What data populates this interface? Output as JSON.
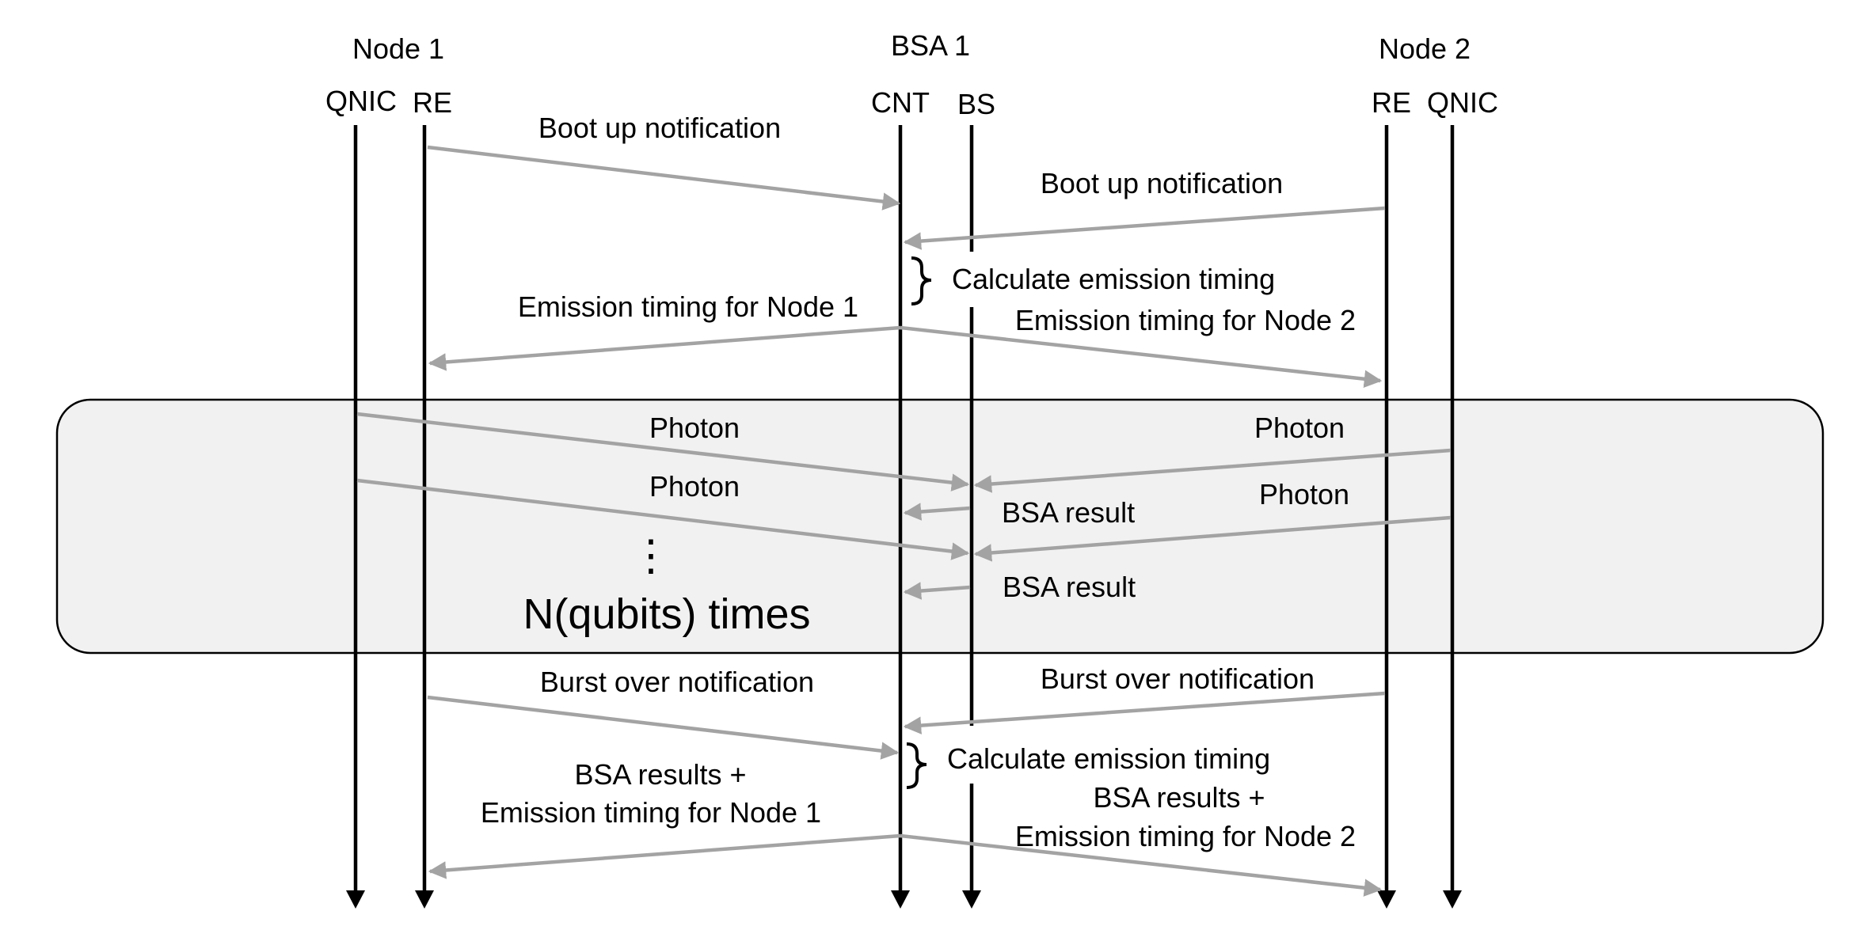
{
  "diagram": {
    "entities": {
      "node1": "Node 1",
      "bsa": "BSA 1",
      "node2": "Node 2"
    },
    "lifelines": {
      "qnic1": "QNIC",
      "re1": "RE",
      "cnt": "CNT",
      "bs": "BS",
      "re2": "RE",
      "qnic2": "QNIC"
    },
    "messages": {
      "boot1": "Boot up notification",
      "boot2": "Boot up notification",
      "calc1": "Calculate emission timing",
      "emit1": "Emission timing for Node 1",
      "emit2": "Emission timing for Node 2",
      "photon_l1": "Photon",
      "photon_r1": "Photon",
      "photon_l2": "Photon",
      "photon_r2": "Photon",
      "bsa_result1": "BSA result",
      "bsa_result2": "BSA result",
      "ellipsis": "⋮",
      "loop": "N(qubits) times",
      "burst1": "Burst over notification",
      "burst2": "Burst over notification",
      "calc2": "Calculate emission timing",
      "res1_line1": "BSA results +",
      "res1_line2": "Emission timing for Node 1",
      "res2_line1": "BSA results +",
      "res2_line2": "Emission timing for Node 2"
    },
    "colors": {
      "message_arrow": "#a3a3a3",
      "lifeline": "#000000",
      "loop_fill": "#f1f1f1"
    }
  }
}
